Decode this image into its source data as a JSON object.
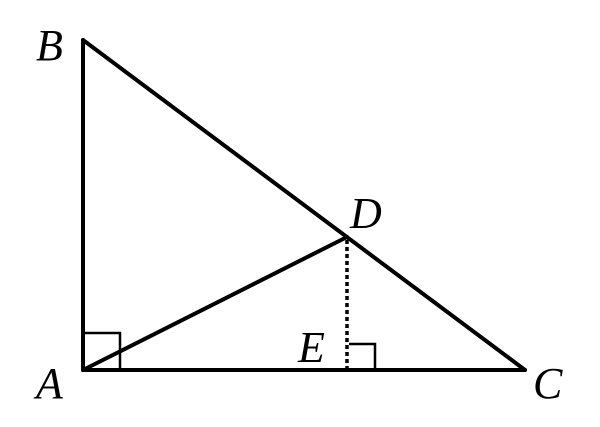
{
  "figure": {
    "points": {
      "A": "A",
      "B": "B",
      "C": "C",
      "D": "D",
      "E": "E"
    },
    "segments": [
      "AB",
      "BC",
      "AC",
      "AD",
      "DE"
    ],
    "dashed_segments": [
      "DE"
    ],
    "right_angles": [
      "BAC",
      "DEC"
    ]
  }
}
